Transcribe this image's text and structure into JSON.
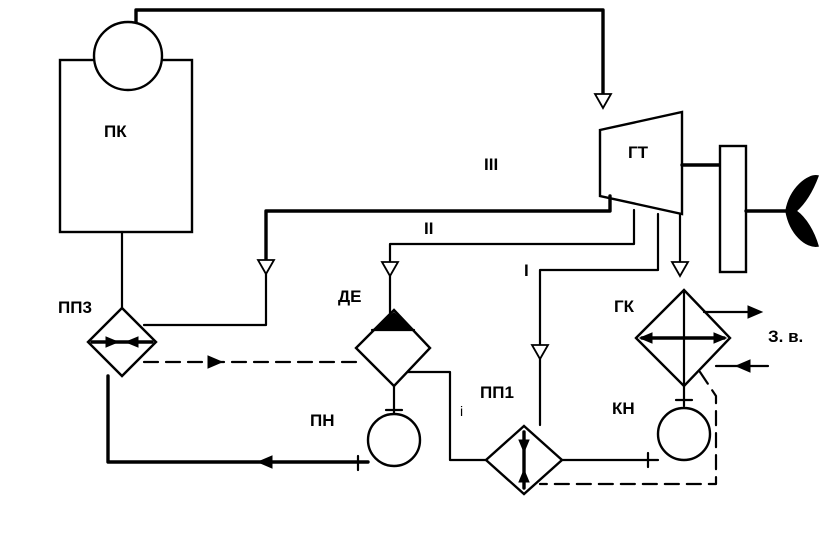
{
  "labels": {
    "pk": "ПК",
    "gt": "ГТ",
    "pp3": "ПП3",
    "de": "ДЕ",
    "pn": "ПН",
    "pp1": "ПП1",
    "gk": "ГК",
    "kn": "КН",
    "line_iii": "III",
    "line_ii": "II",
    "line_i": "I",
    "sea_water": "З. в.",
    "small_i": "i"
  }
}
